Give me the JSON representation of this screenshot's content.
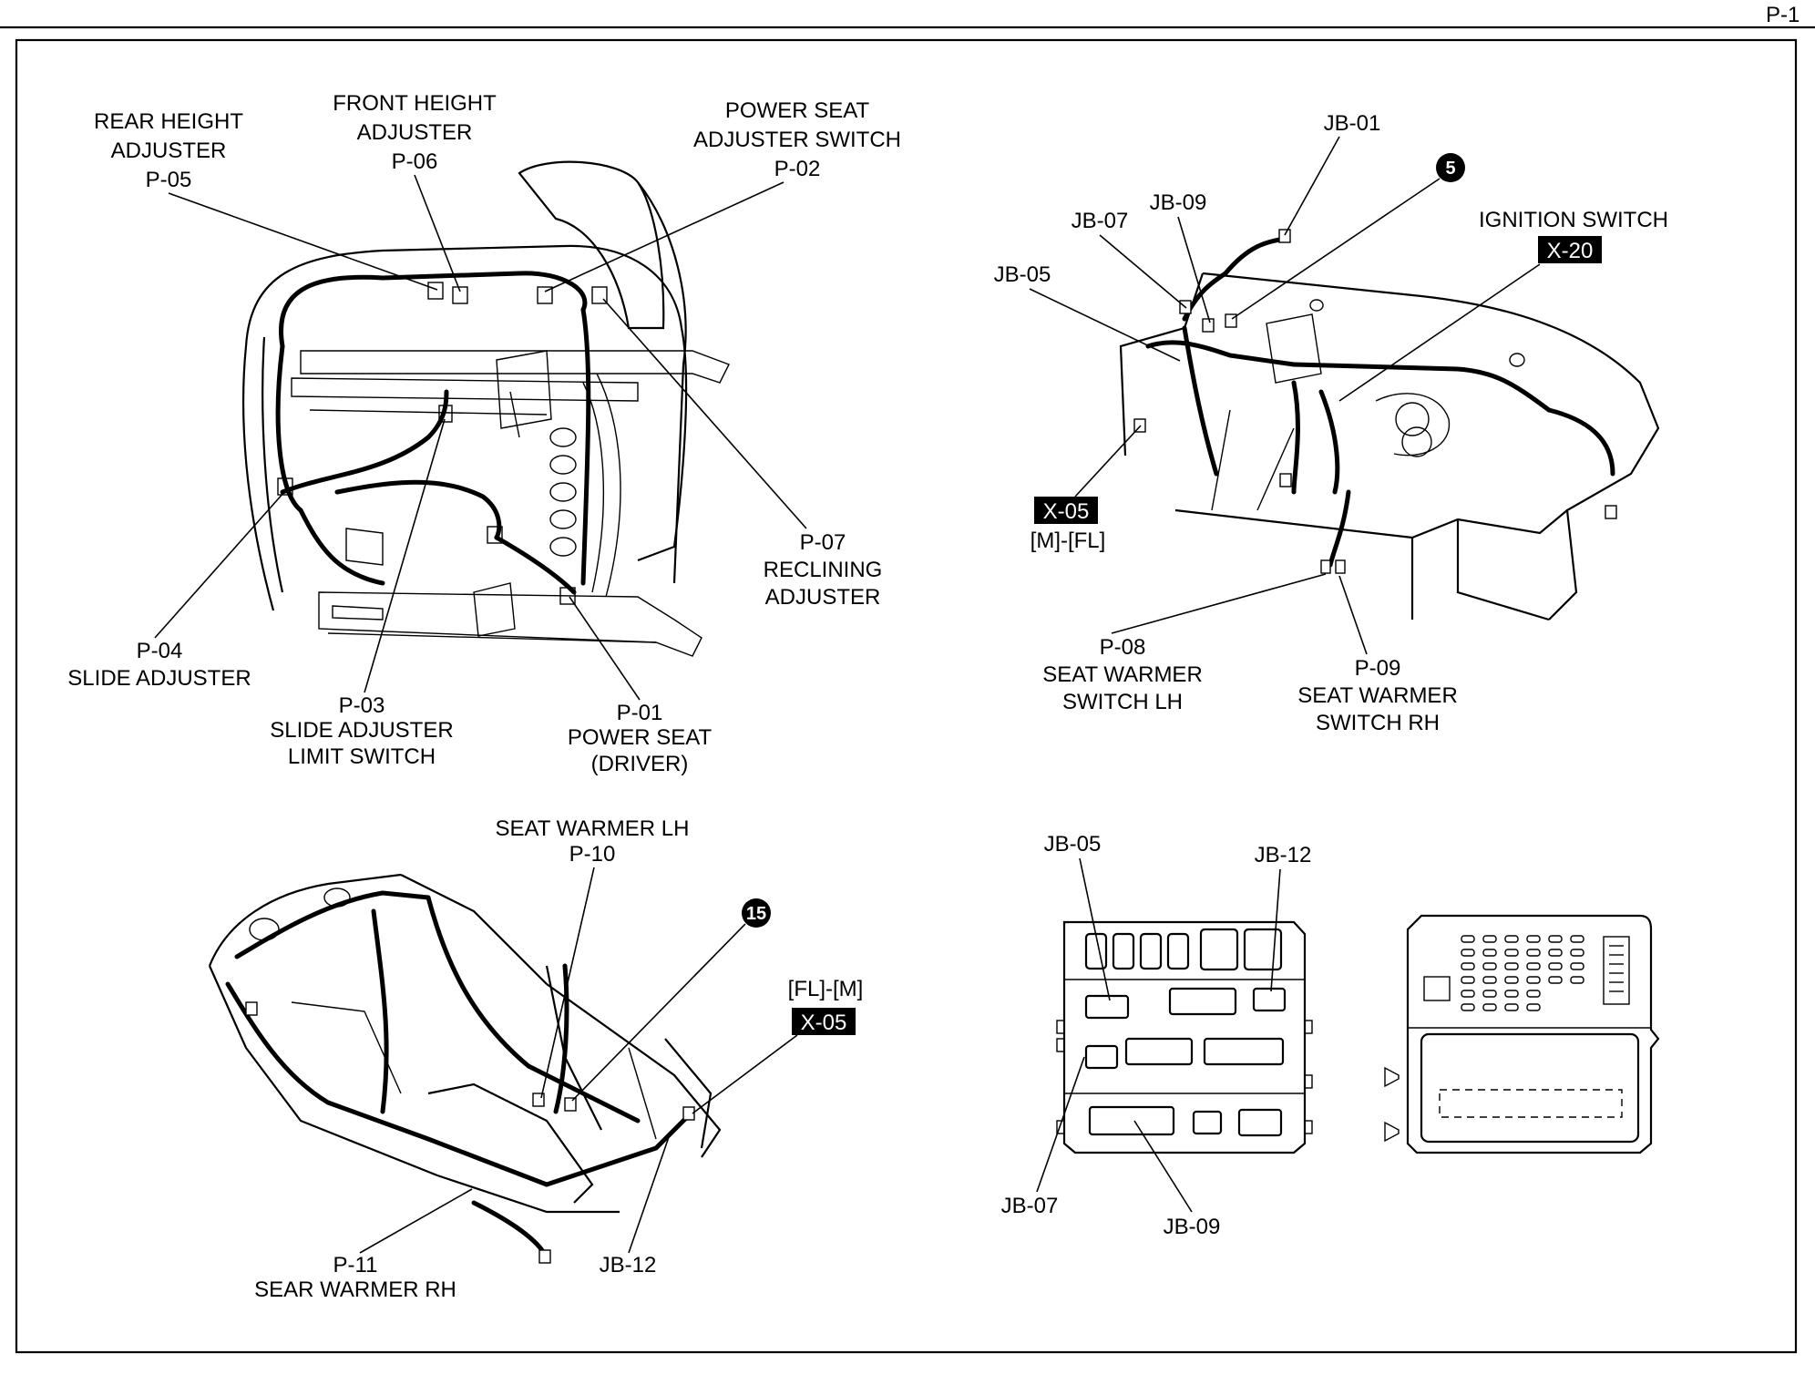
{
  "page_number": "P-1",
  "seat_view": {
    "labels": {
      "p05": [
        "REAR HEIGHT",
        "ADJUSTER",
        "P-05"
      ],
      "p06": [
        "FRONT HEIGHT",
        "ADJUSTER",
        "P-06"
      ],
      "p02": [
        "POWER SEAT",
        "ADJUSTER SWITCH",
        "P-02"
      ],
      "p07": [
        "P-07",
        "RECLINING",
        "ADJUSTER"
      ],
      "p04": [
        "P-04",
        "SLIDE ADJUSTER"
      ],
      "p03": [
        "P-03",
        "SLIDE ADJUSTER",
        "LIMIT SWITCH"
      ],
      "p01": [
        "P-01",
        "POWER SEAT",
        "(DRIVER)"
      ]
    }
  },
  "dash_view": {
    "labels": {
      "jb01": "JB-01",
      "jb09": "JB-09",
      "jb07": "JB-07",
      "jb05": "JB-05",
      "ignition": "IGNITION SWITCH",
      "ignition_code": "X-20",
      "x05_code": "X-05",
      "x05_sub": "[M]-[FL]",
      "p08": [
        "P-08",
        "SEAT WARMER",
        "SWITCH LH"
      ],
      "p09": [
        "P-09",
        "SEAT WARMER",
        "SWITCH RH"
      ]
    },
    "circle_marker": "5"
  },
  "floor_view": {
    "labels": {
      "p10": [
        "SEAT WARMER LH",
        "P-10"
      ],
      "x05_sub": "[FL]-[M]",
      "x05_code": "X-05",
      "p11": [
        "P-11",
        "SEAR WARMER RH"
      ],
      "jb12": "JB-12"
    },
    "circle_marker": "15"
  },
  "junction_view": {
    "labels": {
      "jb05": "JB-05",
      "jb12": "JB-12",
      "jb07": "JB-07",
      "jb09": "JB-09"
    }
  },
  "colors": {
    "ink": "#000000",
    "paper": "#ffffff"
  }
}
